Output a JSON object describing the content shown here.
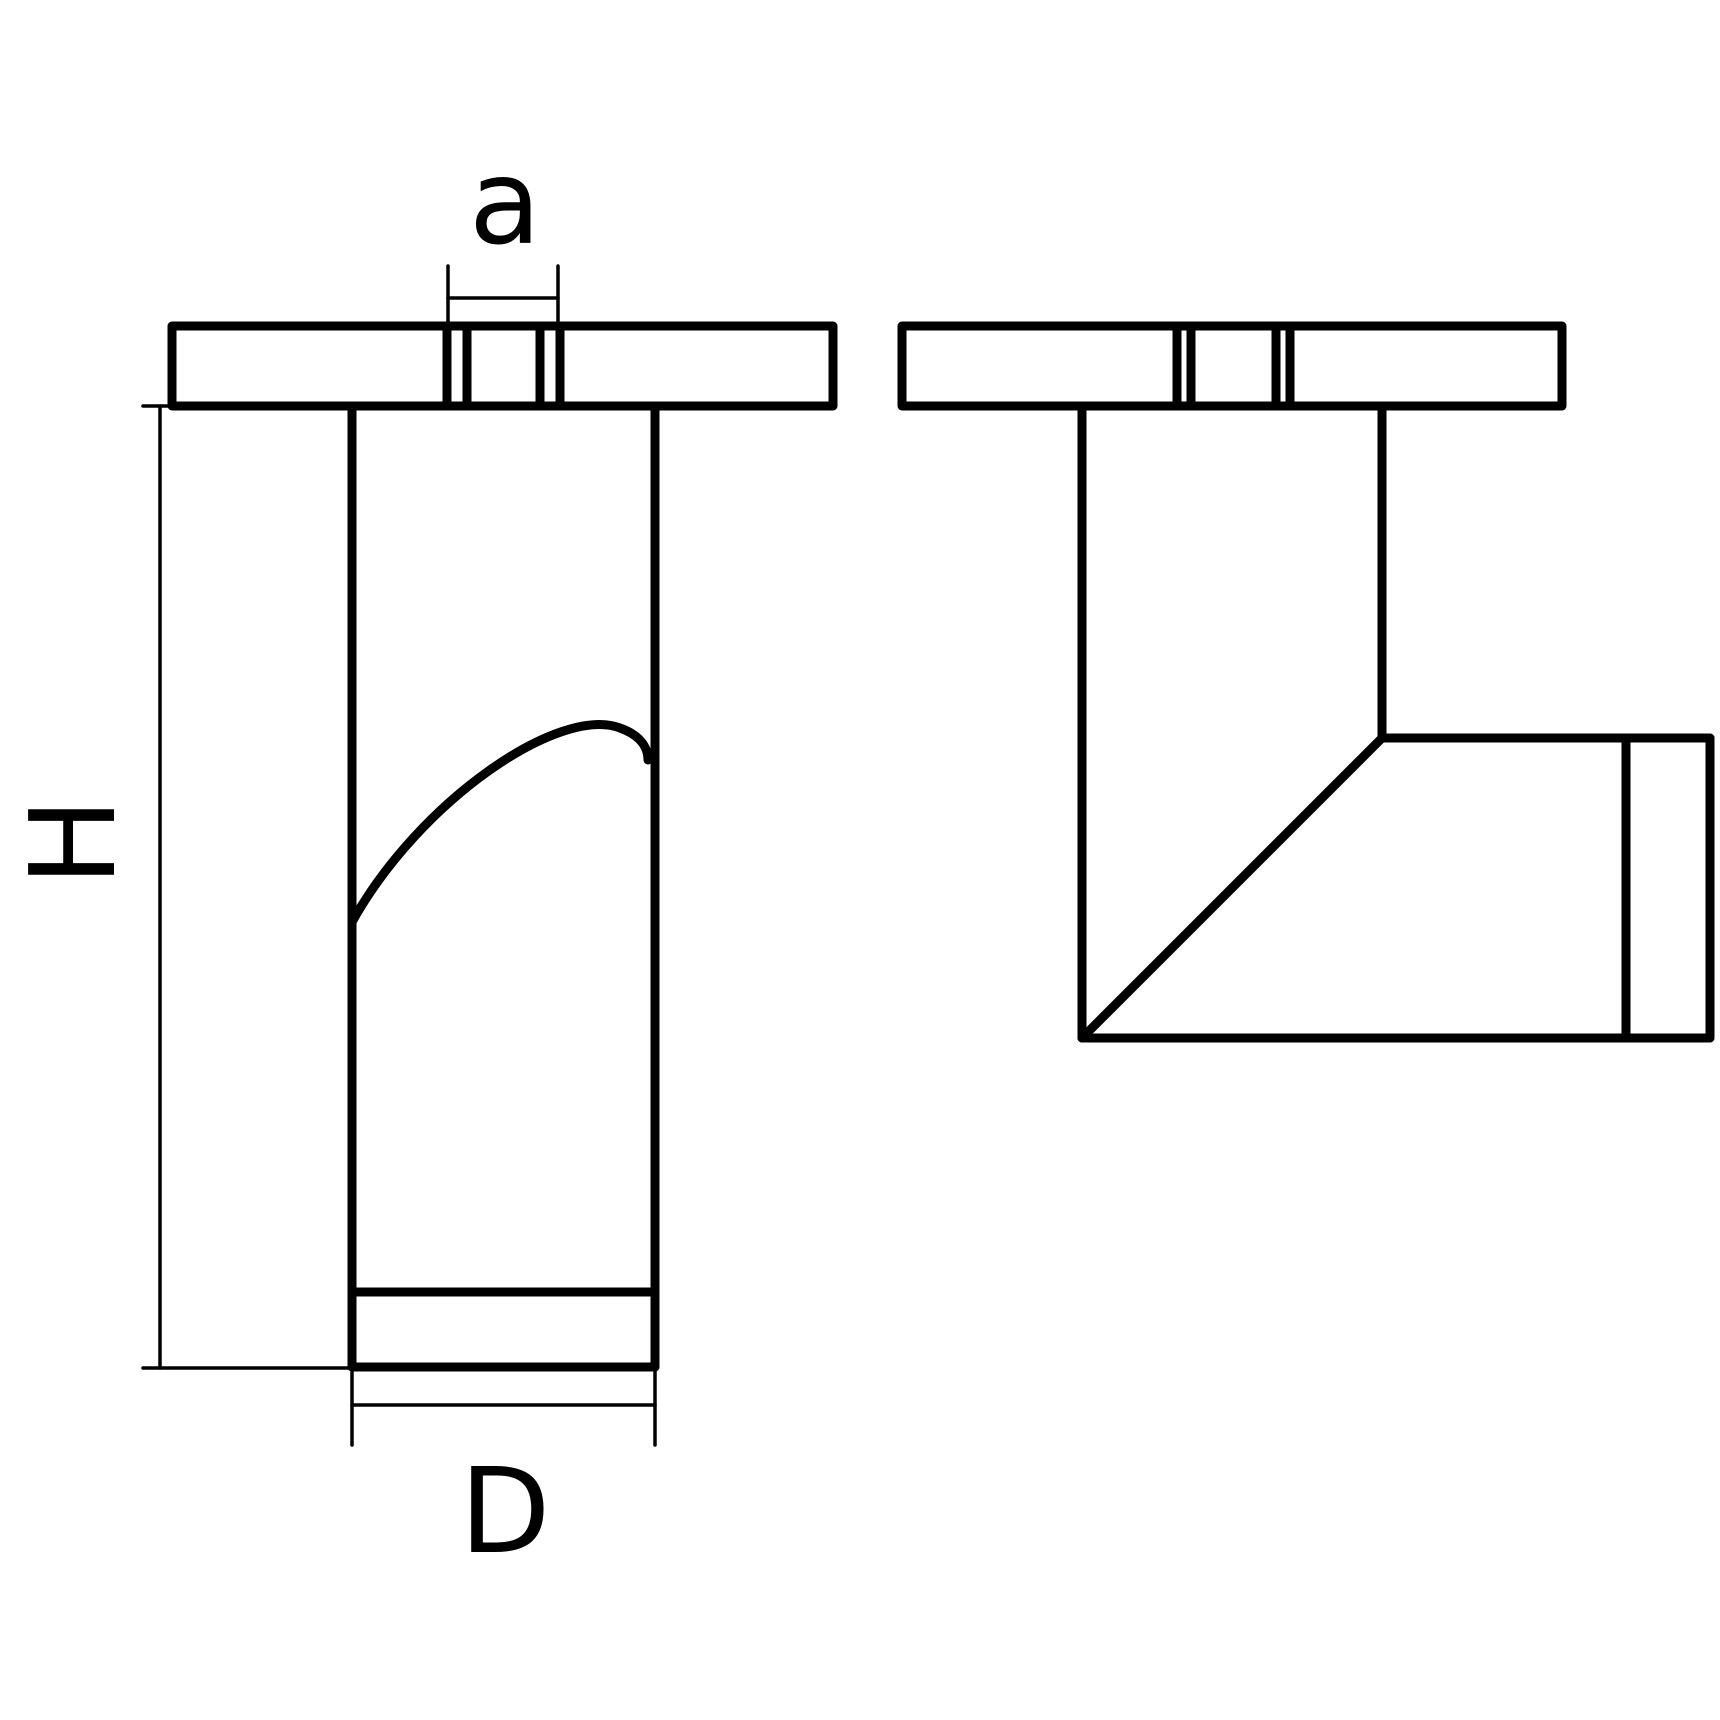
{
  "diagram": {
    "line_color": "#000000",
    "background": "#ffffff",
    "dimensions": {
      "a": "a",
      "H": "H",
      "D": "D"
    }
  }
}
